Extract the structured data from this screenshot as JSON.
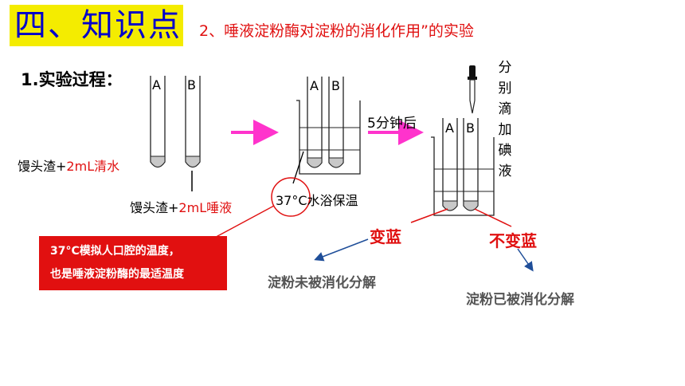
{
  "header": {
    "title": "四、知识点",
    "subtitle": "2、唾液淀粉酶对淀粉的消化作用”的实验"
  },
  "process": {
    "heading": "1.实验过程："
  },
  "tubes": {
    "label_a": "A",
    "label_b": "B"
  },
  "labels": {
    "tube_a_prefix": "馒头渣+",
    "tube_a_suffix": "2mL清水",
    "tube_b_prefix": "馒头渣+",
    "tube_b_suffix": "2mL唾液",
    "water_bath_temp": "37°C",
    "water_bath_text": "水浴保温",
    "wait_time": "5分钟后",
    "iodine": "分别滴加碘液"
  },
  "callout": {
    "line1": "37°C模拟人口腔的温度，",
    "line2": "也是唾液淀粉酶的最适温度"
  },
  "results": {
    "a_result": "变蓝",
    "b_result": "不变蓝",
    "a_conclusion": "淀粉未被消化分解",
    "b_conclusion": "淀粉已被消化分解"
  },
  "colors": {
    "title_bg": "#f4ec00",
    "title_text": "#0000cc",
    "accent_red": "#e01010",
    "arrow_magenta": "#ff33cc",
    "arrow_blue": "#1f4e99",
    "residue_gray": "#c8c8c8"
  }
}
